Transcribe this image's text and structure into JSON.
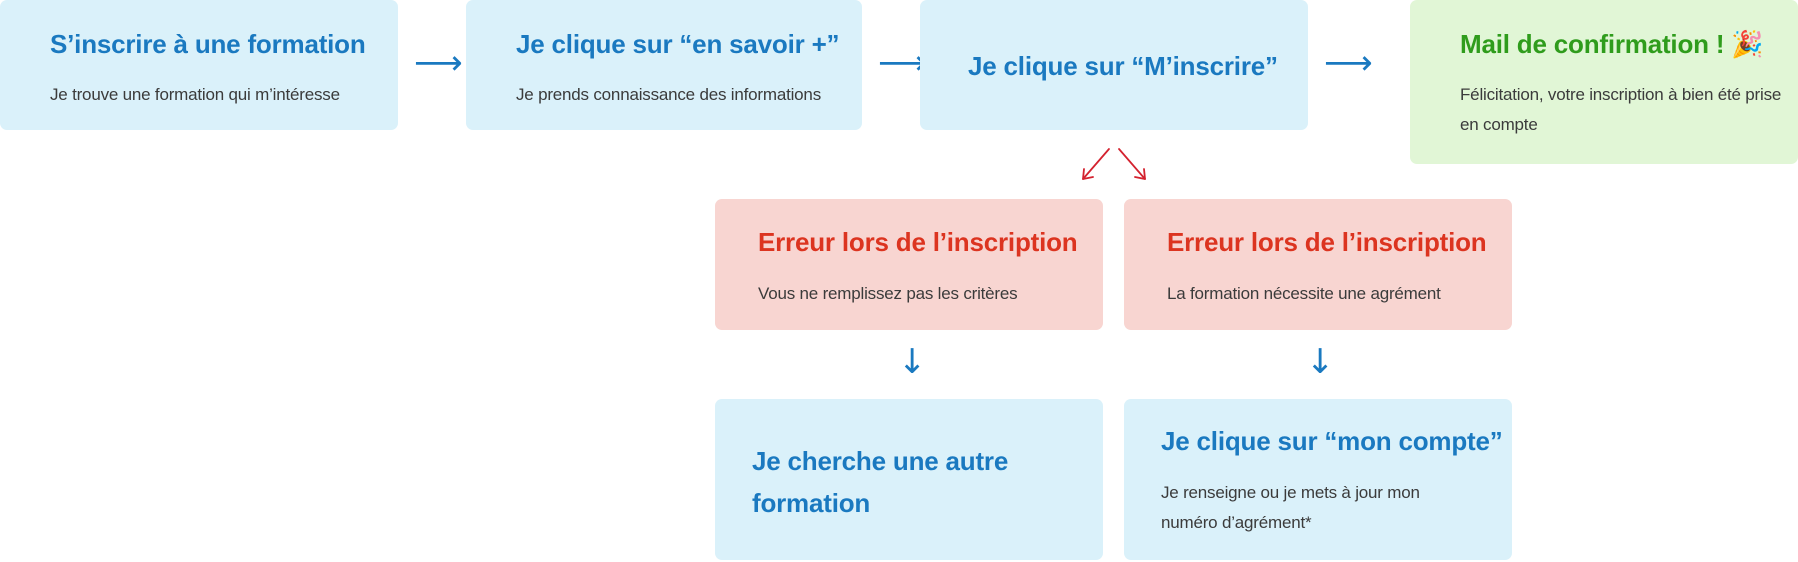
{
  "colors": {
    "blue_card": "#daf1fa",
    "green_card": "#e1f6d6",
    "red_card": "#f8d5d1",
    "blue_text": "#1a79c0",
    "green_text": "#2f9c1c",
    "red_text": "#dc3420",
    "red_arrow": "#d4222f"
  },
  "steps": {
    "step1": {
      "title": "S’inscrire à une formation",
      "desc": "Je trouve une formation qui m’intéresse"
    },
    "step2": {
      "title": "Je clique sur “en savoir +”",
      "desc": "Je prends connaissance des informations"
    },
    "step3": {
      "title": "Je clique sur “M’inscrire”"
    },
    "step4": {
      "title": "Mail de confirmation ! 🎉",
      "desc": "Félicitation, votre inscription à bien été prise en compte"
    }
  },
  "errors": {
    "error1": {
      "title": "Erreur lors de l’inscription",
      "desc": "Vous ne remplissez pas les critères"
    },
    "error2": {
      "title": "Erreur lors de l’inscription",
      "desc": "La formation nécessite une agrément"
    }
  },
  "outcomes": {
    "outcome1": {
      "title": "Je cherche une autre formation"
    },
    "outcome2": {
      "title": "Je clique sur “mon compte”",
      "desc": "Je renseigne ou je mets à jour mon numéro d’agrément*"
    }
  },
  "arrows": {
    "right": "⟶",
    "down": "↓"
  }
}
